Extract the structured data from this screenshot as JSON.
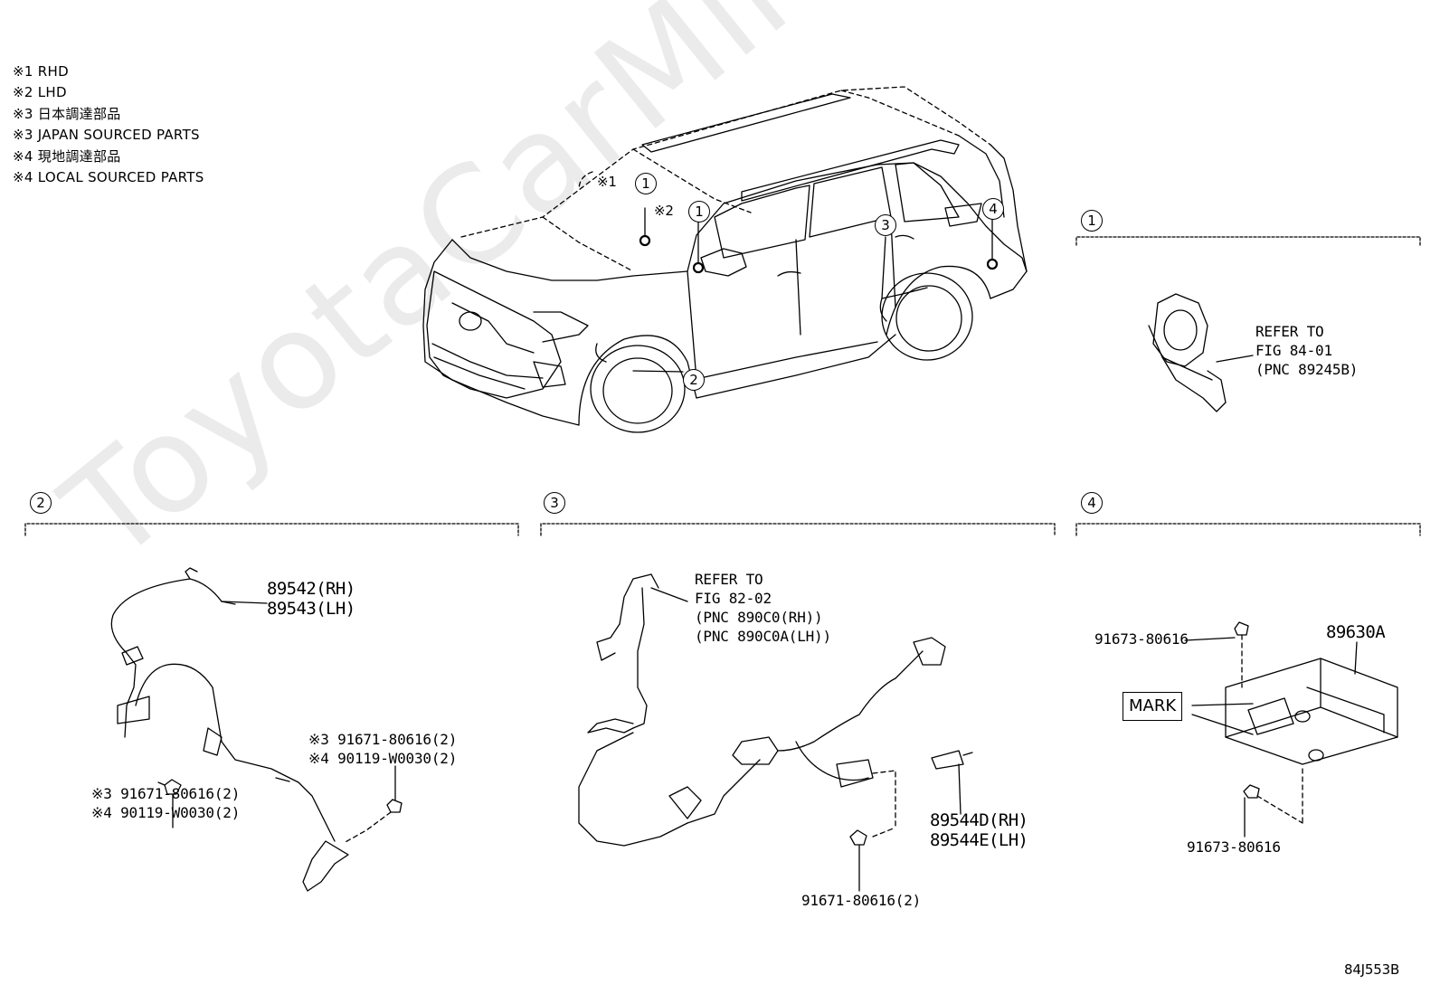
{
  "legend": [
    "※1 RHD",
    "※2 LHD",
    "※3 日本調達部品",
    "※3 JAPAN SOURCED PARTS",
    "※4 現地調達部品",
    "※4 LOCAL SOURCED PARTS"
  ],
  "watermark": "ToyotaCarMine.ru",
  "car_callouts": {
    "n1a": "1",
    "n1b": "1",
    "n2": "2",
    "n3": "3",
    "n4": "4",
    "note1": "※1",
    "note2": "※2"
  },
  "section1": {
    "number": "1",
    "refer": [
      "REFER TO",
      "FIG 84-01",
      "(PNC 89245B)"
    ]
  },
  "section2": {
    "number": "2",
    "part_rh": "89542(RH)",
    "part_lh": "89543(LH)",
    "bolt_left_a": "※3 91671-80616(2)",
    "bolt_left_b": "※4 90119-W0030(2)",
    "bolt_right_a": "※3 91671-80616(2)",
    "bolt_right_b": "※4 90119-W0030(2)"
  },
  "section3": {
    "number": "3",
    "refer": [
      "REFER TO",
      "FIG 82-02",
      "(PNC 890C0(RH))",
      "(PNC 890C0A(LH))"
    ],
    "part_rh": "89544D(RH)",
    "part_lh": "89544E(LH)",
    "bolt": "91671-80616(2)"
  },
  "section4": {
    "number": "4",
    "part": "89630A",
    "bolt_top": "91673-80616",
    "bolt_bottom": "91673-80616",
    "mark": "MARK"
  },
  "figure_code": "84J553B"
}
